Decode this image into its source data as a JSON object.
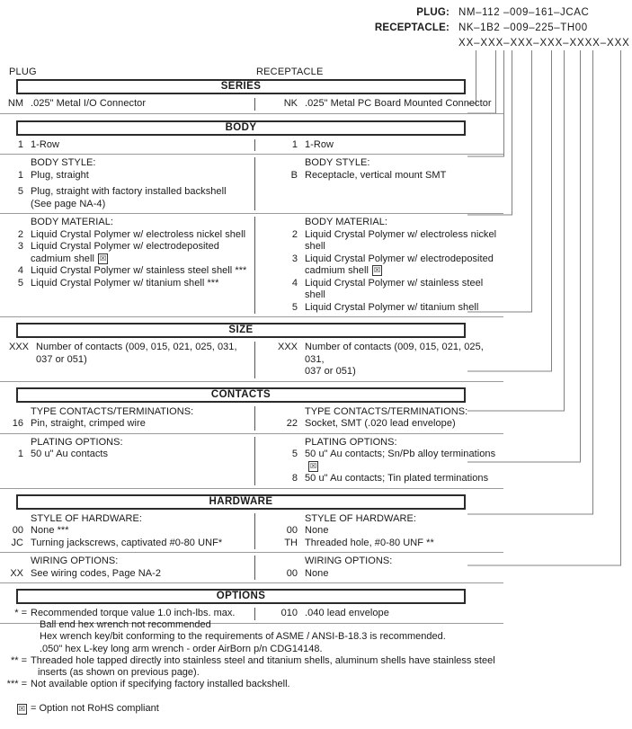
{
  "part_number_header": {
    "rows": [
      {
        "label": "PLUG:",
        "value": "NM–112 –009–161–JCAC"
      },
      {
        "label": "RECEPTACLE:",
        "value": "NK–1B2 –009–225–TH00"
      }
    ],
    "pattern": "XX–XXX–XXX–XXX–XXXX–XXX"
  },
  "columns": {
    "plug": "PLUG",
    "receptacle": "RECEPTACLE"
  },
  "sections": {
    "series": {
      "title": "SERIES",
      "plug": [
        {
          "code": "NM",
          "desc": ".025\" Metal I/O Connector"
        }
      ],
      "receptacle": [
        {
          "code": "NK",
          "desc": ".025\" Metal PC Board Mounted Connector"
        }
      ]
    },
    "body": {
      "title": "BODY",
      "row": {
        "plug": {
          "code": "1",
          "desc": "1-Row"
        },
        "receptacle": {
          "code": "1",
          "desc": "1-Row"
        }
      },
      "style": {
        "subhead": "BODY STYLE:",
        "plug": [
          {
            "code": "1",
            "desc": "Plug, straight"
          },
          {
            "code": "5",
            "desc": "Plug, straight with factory installed backshell",
            "desc2": "(See page NA-4)"
          }
        ],
        "receptacle": [
          {
            "code": "B",
            "desc": "Receptacle, vertical mount SMT"
          }
        ]
      },
      "material": {
        "subhead": "BODY MATERIAL:",
        "plug": [
          {
            "code": "2",
            "desc": "Liquid Crystal Polymer w/ electroless nickel shell"
          },
          {
            "code": "3",
            "desc": "Liquid Crystal Polymer w/ electrodeposited",
            "desc2": "cadmium shell",
            "rohs": true
          },
          {
            "code": "4",
            "desc": "Liquid Crystal Polymer w/ stainless steel shell ***"
          },
          {
            "code": "5",
            "desc": "Liquid Crystal Polymer w/ titanium shell ***"
          }
        ],
        "receptacle": [
          {
            "code": "2",
            "desc": "Liquid Crystal Polymer w/ electroless nickel shell"
          },
          {
            "code": "3",
            "desc": "Liquid Crystal Polymer w/ electrodeposited",
            "desc2": "cadmium shell",
            "rohs": true
          },
          {
            "code": "4",
            "desc": "Liquid Crystal Polymer w/ stainless steel shell"
          },
          {
            "code": "5",
            "desc": "Liquid Crystal Polymer w/ titanium shell"
          }
        ]
      }
    },
    "size": {
      "title": "SIZE",
      "plug": [
        {
          "code": "XXX",
          "desc": "Number of contacts (009, 015, 021, 025, 031,",
          "desc2": "037 or 051)"
        }
      ],
      "receptacle": [
        {
          "code": "XXX",
          "desc": "Number of contacts (009, 015, 021, 025, 031,",
          "desc2": "037 or 051)"
        }
      ]
    },
    "contacts": {
      "title": "CONTACTS",
      "type": {
        "subhead": "TYPE CONTACTS/TERMINATIONS:",
        "plug": [
          {
            "code": "16",
            "desc": "Pin, straight, crimped wire"
          }
        ],
        "receptacle": [
          {
            "code": "22",
            "desc": "Socket, SMT (.020 lead envelope)"
          }
        ]
      },
      "plating": {
        "subhead": "PLATING OPTIONS:",
        "plug": [
          {
            "code": "1",
            "desc": "50 u\" Au contacts"
          }
        ],
        "receptacle": [
          {
            "code": "5",
            "desc": "50 u\" Au contacts; Sn/Pb alloy terminations",
            "rohs": true
          },
          {
            "code": "8",
            "desc": "50 u\" Au contacts; Tin plated terminations"
          }
        ]
      }
    },
    "hardware": {
      "title": "HARDWARE",
      "style": {
        "subhead": "STYLE OF HARDWARE:",
        "plug": [
          {
            "code": "00",
            "desc": "None  ***"
          },
          {
            "code": "JC",
            "desc": "Turning jackscrews, captivated #0-80 UNF*"
          }
        ],
        "receptacle": [
          {
            "code": "00",
            "desc": "None"
          },
          {
            "code": "TH",
            "desc": "Threaded hole, #0-80 UNF  **"
          }
        ]
      },
      "wiring": {
        "subhead": "WIRING OPTIONS:",
        "plug": [
          {
            "code": "XX",
            "desc": "See wiring codes, Page NA-2"
          }
        ],
        "receptacle": [
          {
            "code": "00",
            "desc": "None"
          }
        ]
      }
    },
    "options": {
      "title": "OPTIONS",
      "plug": [],
      "receptacle": [
        {
          "code": "010",
          "desc": ".040 lead envelope"
        }
      ]
    }
  },
  "footnotes": [
    {
      "mark": "* =",
      "line1": "Recommended torque value 1.0 inch-lbs. max.",
      "line2": "Ball end hex wrench not recommended",
      "line3": "Hex wrench key/bit conforming to the requirements of ASME / ANSI-B-18.3 is recommended.",
      "line4": ".050\" hex L-key long arm wrench - order AirBorn p/n CDG14148."
    },
    {
      "mark": "** =",
      "line1": "Threaded hole tapped directly into stainless steel and titanium shells, aluminum shells have stainless steel",
      "line2": "inserts (as shown on previous page)."
    },
    {
      "mark": "*** =",
      "line1": "Not available option if specifying factory installed backshell."
    }
  ],
  "rohs_legend": {
    "glyph": "☒",
    "text": "= Option not RoHS compliant"
  }
}
